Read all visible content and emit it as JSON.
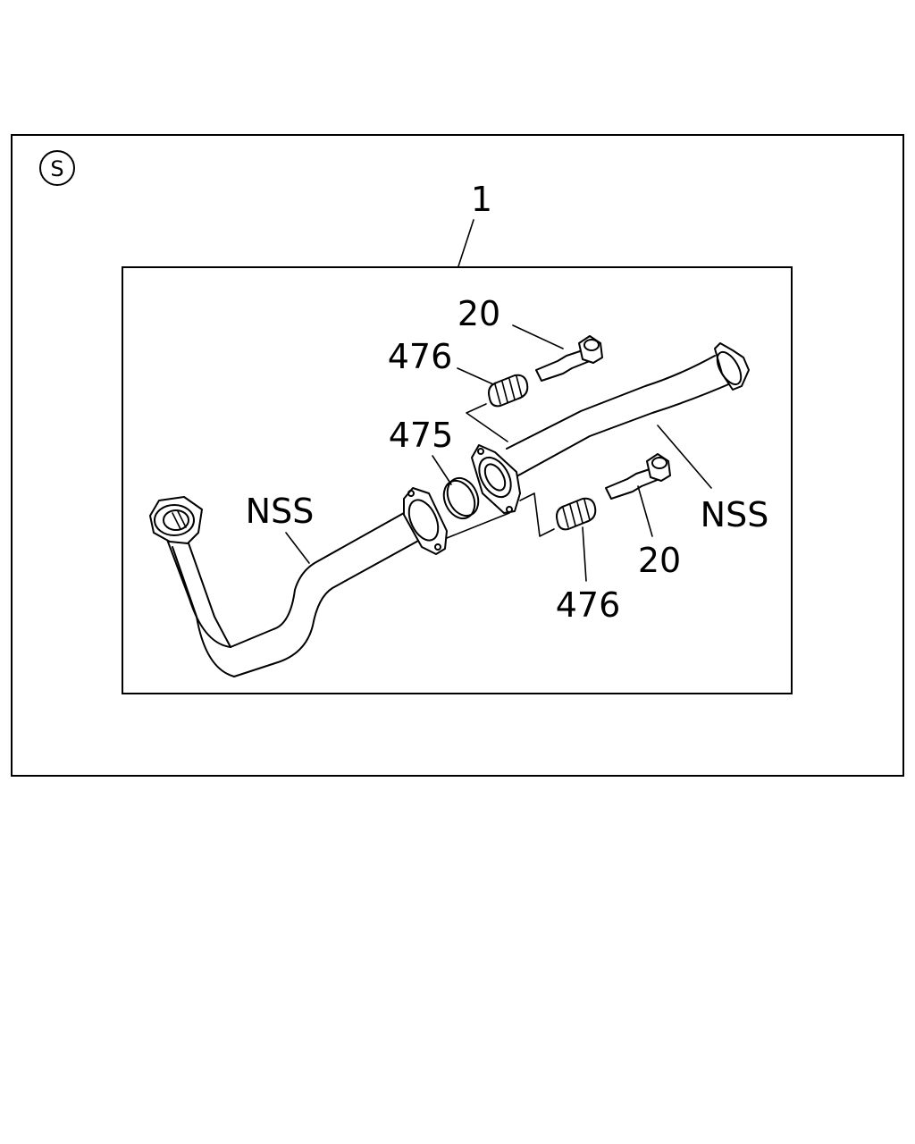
{
  "diagram": {
    "section_symbol": "S",
    "callouts": {
      "assembly": "1",
      "bolt_top": "20",
      "spring_top": "476",
      "gasket": "475",
      "pipe_front": "NSS",
      "pipe_rear": "NSS",
      "bolt_bottom": "20",
      "spring_bottom": "476"
    }
  }
}
